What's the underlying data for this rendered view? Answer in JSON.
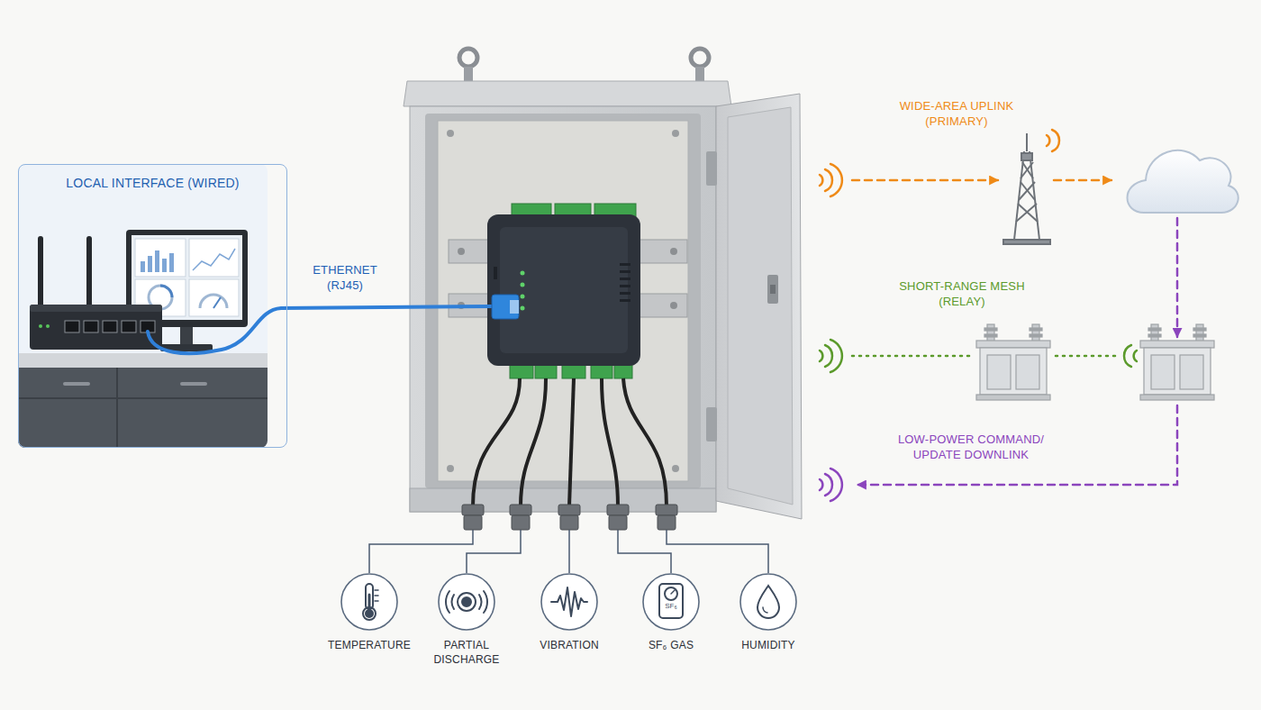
{
  "diagram": {
    "nodes": [
      {
        "text": [
          "LOCAL INTERFACE (WIRED)"
        ]
      },
      {
        "text": [
          "TEMPERATURE"
        ]
      },
      {
        "text": [
          "PARTIAL DISCHARGE"
        ]
      },
      {
        "text": [
          "VIBRATION"
        ]
      },
      {
        "text": [
          "SF₆",
          "SF₆ GAS"
        ]
      },
      {
        "text": [
          "HUMIDITY"
        ]
      }
    ],
    "labels": [
      "ETHERNET (RJ45)",
      "WIDE-AREA UPLINK (PRIMARY)",
      "SHORT-RANGE MESH (RELAY)",
      "LOW-POWER COMMAND/ UPDATE DOWNLINK"
    ]
  }
}
